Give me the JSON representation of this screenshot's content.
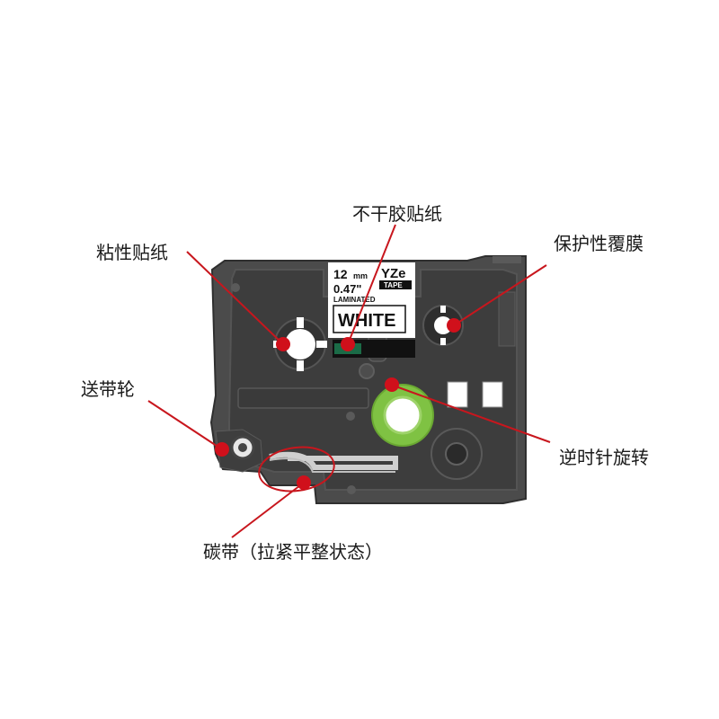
{
  "colors": {
    "cartridge": "#4a4a4a",
    "cartridge_dark": "#2e2e2e",
    "leader": "#c8161d",
    "spool_green": "#8fd14f",
    "label_bg": "#ffffff"
  },
  "cassette_label": {
    "width": "12",
    "width_unit": "mm",
    "inch": "0.47\"",
    "brand_top": "YZe",
    "brand_bottom": "TAPE",
    "type": "LAMINATED",
    "color_name": "WHITE"
  },
  "callouts": {
    "non_adhesive": "不干胶贴纸",
    "adhesive": "粘性贴纸",
    "protective_film": "保护性覆膜",
    "feed_wheel": "送带轮",
    "counterclockwise": "逆时针旋转",
    "ink_ribbon": "碳带（拉紧平整状态）"
  }
}
